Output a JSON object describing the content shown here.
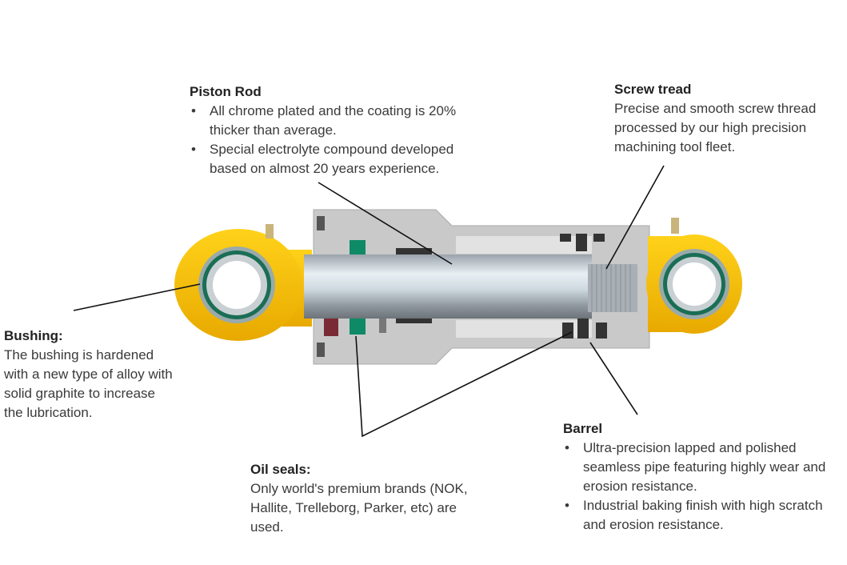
{
  "piston_rod": {
    "title": "Piston Rod",
    "bullets": [
      "All chrome plated and the coating is 20% thicker than average.",
      "Special electrolyte compound developed based on almost 20 years experience."
    ]
  },
  "screw_tread": {
    "title": "Screw tread",
    "text": "Precise and smooth screw thread processed by our high precision machining tool fleet."
  },
  "bushing": {
    "title": "Bushing:",
    "text": "The bushing is hardened with a new type of alloy with solid graphite to increase the lubrication."
  },
  "oil_seals": {
    "title": "Oil seals:",
    "text": "Only world's premium brands (NOK, Hallite, Trelleborg, Parker, etc) are used."
  },
  "barrel": {
    "title": "Barrel",
    "bullets": [
      "Ultra-precision lapped and polished seamless pipe featuring highly wear and erosion resistance.",
      "Industrial baking finish with high scratch and erosion resistance."
    ]
  },
  "colors": {
    "yellow": "#f5c400",
    "body": "#c8c8c8",
    "seal": "#0e8a67"
  }
}
